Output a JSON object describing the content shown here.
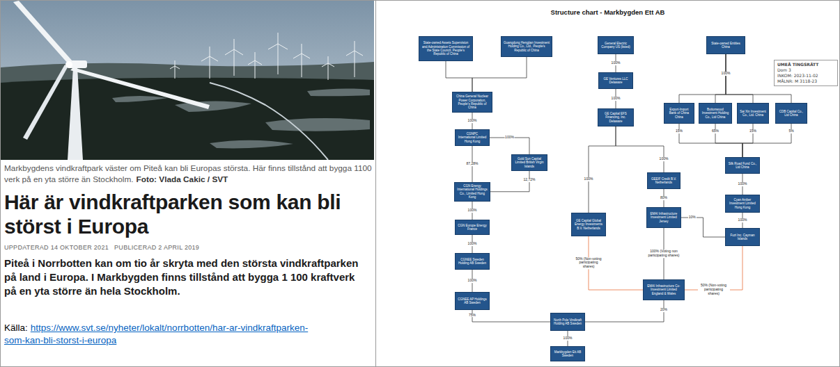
{
  "diagram": {
    "title": "Structure chart - Markbygden Ett AB",
    "nodes": [
      {
        "text": [
          "State-owned Assets Supervision and Administration Commission of the State Council, People's Republic of China"
        ]
      },
      {
        "text": [
          "Guangdong Hengjian Investment Holding Co., Ltd., People's Republic of China"
        ]
      },
      {
        "text": [
          "China General Nuclear Power Corporation, People's Republic of China"
        ]
      },
      {
        "text": [
          "CGNPC International Limited Hong Kong"
        ]
      },
      {
        "text": [
          "Gold Sun Capital Limited British Virgin Islands"
        ]
      },
      {
        "text": [
          "CGN Energy International Holdings Co., Limited Hong Kong"
        ]
      },
      {
        "text": [
          "CGN Europe Energy France"
        ]
      },
      {
        "text": [
          "CGNEE Sweden Holding AB Sweden"
        ]
      },
      {
        "text": [
          "CGNEE AP Holdings AB Sweden"
        ]
      },
      {
        "text": [
          "General Electric Company US (listed)"
        ]
      },
      {
        "text": [
          "GE Ventures LLC Delaware"
        ]
      },
      {
        "text": [
          "GE Capital EFS Financing, Inc. Delaware"
        ]
      },
      {
        "text": [
          "GE Capital Global Energy Investments B.V. Netherlands"
        ]
      },
      {
        "text": [
          "GEEIF Credit B.V. Netherlands"
        ]
      },
      {
        "text": [
          "EMAI Infrastructure Investment Limited Jersey"
        ]
      },
      {
        "text": [
          "EMAI Infrastructure Co-Investment Limited England & Wales"
        ]
      },
      {
        "text": [
          "North Pole Vindkraft Holding AB Sweden"
        ]
      },
      {
        "text": [
          "Markbygden Ett AB Sweden"
        ]
      },
      {
        "text": [
          "State-owned Entities China"
        ]
      },
      {
        "text": [
          "Export-Import Bank of China China"
        ]
      },
      {
        "text": [
          "Buttonwood Investment Holding Co., Ltd China"
        ]
      },
      {
        "text": [
          "Sai Xin Investment Co., Ltd. China"
        ]
      },
      {
        "text": [
          "CDB Capital Co., Ltd China"
        ]
      },
      {
        "text": [
          "Silk Road Fund Co., Ltd China"
        ]
      },
      {
        "text": [
          "Cyan Amber Investment Limited Hong Kong"
        ]
      },
      {
        "text": [
          "Fuzi Inc. Cayman Islands"
        ]
      }
    ],
    "edges": [
      {
        "from": 0,
        "to": 2,
        "arrow": "none"
      },
      {
        "from": 1,
        "to": 2,
        "arrow": "none"
      },
      {
        "from": 2,
        "to": 3,
        "arrow": "none",
        "label": "100%"
      },
      {
        "from": 3,
        "to": 4,
        "arrow": "none",
        "label": "100%"
      },
      {
        "from": 3,
        "to": 5,
        "arrow": "none",
        "label": "87,28%"
      },
      {
        "from": 4,
        "to": 5,
        "arrow": "none",
        "label": "12,72%"
      },
      {
        "from": 5,
        "to": 6,
        "arrow": "none",
        "label": "100%"
      },
      {
        "from": 6,
        "to": 7,
        "arrow": "none",
        "label": "100%"
      },
      {
        "from": 7,
        "to": 8,
        "arrow": "none",
        "label": "100%"
      },
      {
        "from": 8,
        "to": 16,
        "arrow": "none",
        "label": "75%"
      },
      {
        "from": 9,
        "to": 10,
        "arrow": "none",
        "label": "100%"
      },
      {
        "from": 10,
        "to": 11,
        "arrow": "none",
        "label": "100%"
      },
      {
        "from": 11,
        "to": 12,
        "arrow": "none",
        "label": "100%"
      },
      {
        "from": 11,
        "to": 13,
        "arrow": "none",
        "label": "100%"
      },
      {
        "from": 13,
        "to": 14,
        "arrow": "none",
        "label": "80%"
      },
      {
        "from": 12,
        "to": 15,
        "arrow": "none",
        "label": "50% (Non-voting participating shares)"
      },
      {
        "from": 14,
        "to": 15,
        "arrow": "none",
        "label": "100% (Voting non participating shares)"
      },
      {
        "from": 25,
        "to": 14,
        "arrow": "none",
        "label": "10%"
      },
      {
        "from": 25,
        "to": 15,
        "arrow": "none",
        "label": "50% (Non-voting participating shares)"
      },
      {
        "from": 15,
        "to": 16,
        "arrow": "none",
        "label": "20%"
      },
      {
        "from": 16,
        "to": 17,
        "arrow": "none",
        "label": "100%"
      },
      {
        "from": 18,
        "to": 19,
        "arrow": "none"
      },
      {
        "from": 18,
        "to": 20,
        "arrow": "none"
      },
      {
        "from": 18,
        "to": 21,
        "arrow": "none"
      },
      {
        "from": 18,
        "to": 22,
        "arrow": "none"
      },
      {
        "from": 19,
        "to": 23,
        "arrow": "none",
        "label": "15%"
      },
      {
        "from": 20,
        "to": 23,
        "arrow": "none",
        "label": "65%"
      },
      {
        "from": 21,
        "to": 23,
        "arrow": "none",
        "label": "15%"
      },
      {
        "from": 22,
        "to": 23,
        "arrow": "none",
        "label": "5%"
      },
      {
        "from": 23,
        "to": 24,
        "arrow": "none",
        "label": "100%"
      },
      {
        "from": 24,
        "to": 25,
        "arrow": "none",
        "label": "100%"
      }
    ],
    "labels": [
      "Markbygdens vindkraftpark väster om Piteå kan bli Europas största. Här finns tillstånd att bygga 1100 verk på en yta större än Stockholm.",
      "Foto: Vlada Cakic / SVT",
      "Här är vindkraftparken som kan bli störst i Europa",
      "UPPDATERAD 14 OKTOBER 2021",
      "PUBLICERAD 2 APRIL 2019",
      "Piteå i Norrbotten kan om tio år skryta med den största vindkraftparken på land i Europa. I Markbygden finns tillstånd att bygga 1 100 kraftverk på en yta större än hela Stockholm.",
      "Källa:",
      "https://www.svt.se/nyheter/lokalt/norrbotten/har-ar-vindkraftparken-som-kan-bli-storst-i-europa",
      "UMEÅ TINGSRÄTT",
      "Dom 3",
      "INKOM: 2023-11-02",
      "MÅLNR: M 3118-23",
      "100%"
    ]
  }
}
